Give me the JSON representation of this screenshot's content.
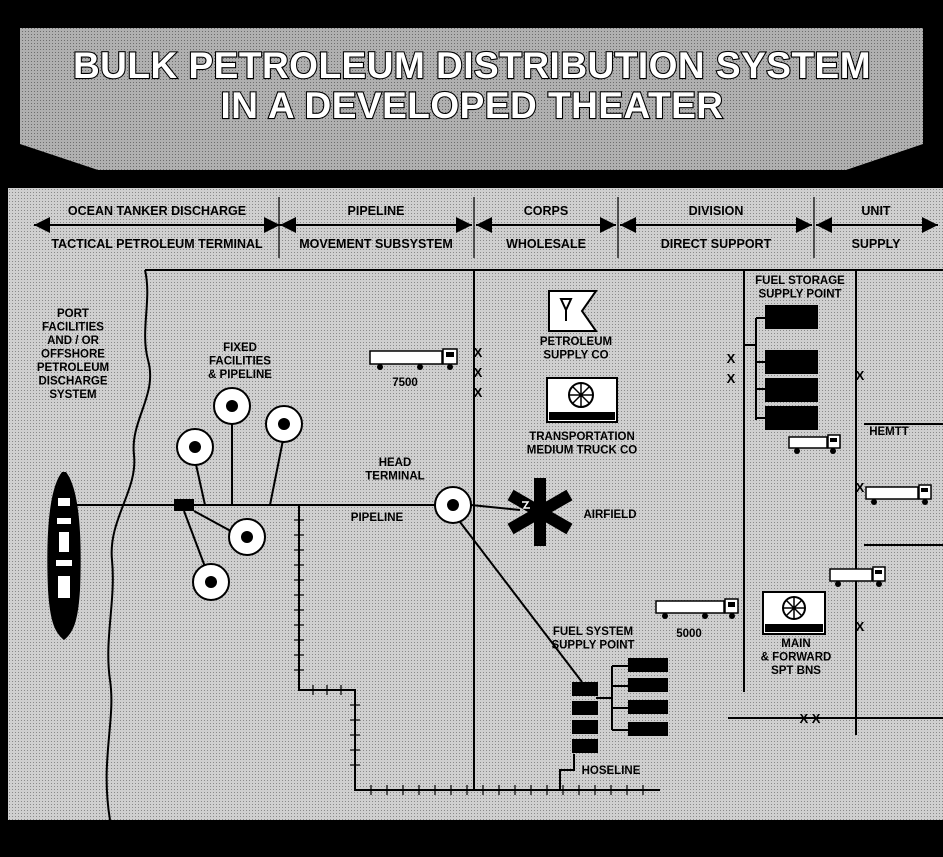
{
  "title": {
    "line1": "BULK PETROLEUM DISTRIBUTION SYSTEM",
    "line2": "IN A DEVELOPED THEATER"
  },
  "columns": [
    {
      "top": "OCEAN TANKER DISCHARGE",
      "bottom": "TACTICAL PETROLEUM TERMINAL"
    },
    {
      "top": "PIPELINE",
      "bottom": "MOVEMENT SUBSYSTEM"
    },
    {
      "top": "CORPS",
      "bottom": "WHOLESALE"
    },
    {
      "top": "DIVISION",
      "bottom": "DIRECT SUPPORT"
    },
    {
      "top": "UNIT",
      "bottom": "SUPPLY"
    }
  ],
  "labels": {
    "port": [
      "PORT",
      "FACILITIES",
      "AND / OR",
      "OFFSHORE",
      "PETROLEUM",
      "DISCHARGE",
      "SYSTEM"
    ],
    "fixed": [
      "FIXED",
      "FACILITIES",
      "& PIPELINE"
    ],
    "head_terminal": [
      "HEAD",
      "TERMINAL"
    ],
    "pipeline": "PIPELINE",
    "airfield": "AIRFIELD",
    "petroleum_supply": [
      "PETROLEUM",
      "SUPPLY CO"
    ],
    "transport": [
      "TRANSPORTATION",
      "MEDIUM TRUCK CO"
    ],
    "truck_7500": "7500",
    "truck_5000": "5000",
    "fuel_storage": [
      "FUEL STORAGE",
      "SUPPLY POINT"
    ],
    "fuel_system": [
      "FUEL SYSTEM",
      "SUPPLY POINT"
    ],
    "hoseline": "HOSELINE",
    "hemtt": "HEMTT",
    "main_forward": [
      "MAIN",
      "& FORWARD",
      "SPT BNS"
    ]
  },
  "boundary_marks": {
    "army": [
      "X",
      "X",
      "X"
    ],
    "corps": [
      "X",
      "X"
    ],
    "brigade": "X",
    "division_bottom": "X X"
  },
  "colors": {
    "background": "#000000",
    "panel_gray": "#c9c9c9",
    "title_band": "#a9a9a9",
    "ink": "#000000"
  }
}
